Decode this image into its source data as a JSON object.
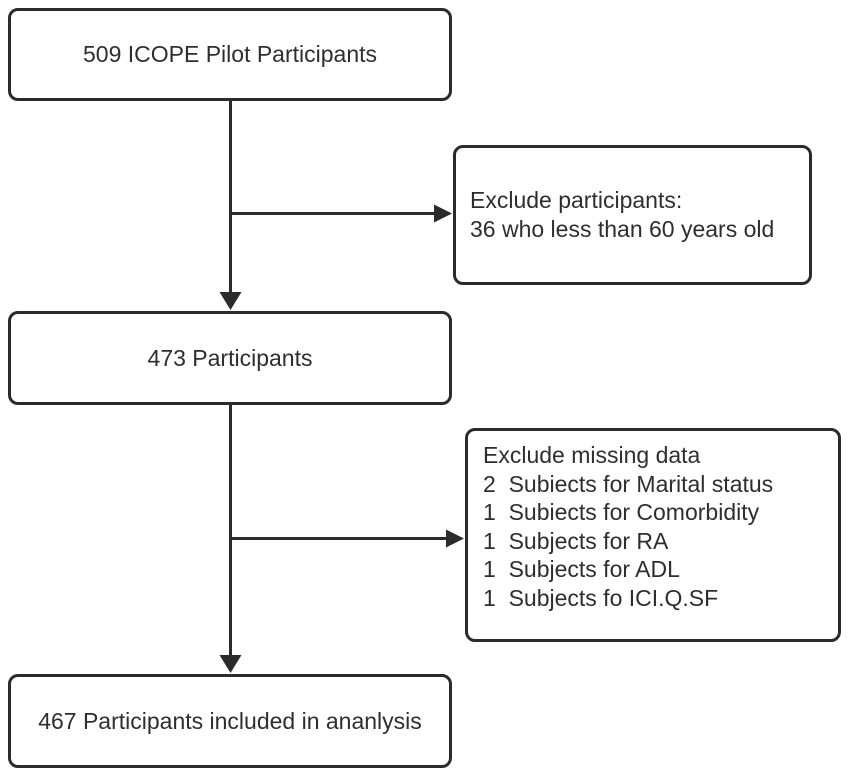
{
  "diagram": {
    "type": "flowchart",
    "nodes": {
      "top": {
        "label": "509 ICOPE Pilot Participants"
      },
      "middle": {
        "label": "473 Participants"
      },
      "bottom": {
        "label": "467 Participants included in ananlysis"
      },
      "exclude_age": {
        "lines": [
          "Exclude participants:",
          "36 who less than 60 years old"
        ]
      },
      "exclude_missing": {
        "lines": [
          "Exclude missing data",
          "2  Subiects for Marital status",
          "1  Subiects for Comorbidity",
          "1  Subjects for RA",
          "1  Subjects for ADL",
          "1  Subjects fo ICI.Q.SF"
        ]
      }
    },
    "colors": {
      "line": "#2b2b2b",
      "text": "#2e2e2e",
      "box_fill": "#ffffff",
      "background": "#ffffff"
    }
  }
}
